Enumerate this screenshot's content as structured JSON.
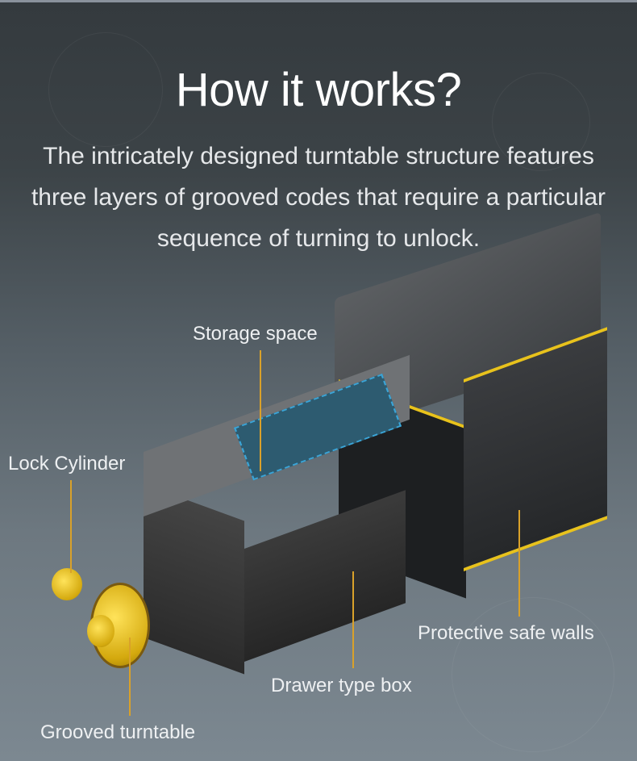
{
  "header": {
    "title": "How it works?",
    "description": "The intricately designed turntable structure features three layers of grooved codes that require a particular sequence of turning to unlock."
  },
  "callouts": [
    {
      "label": "Storage space"
    },
    {
      "label": "Lock Cylinder"
    },
    {
      "label": "Protective safe walls"
    },
    {
      "label": "Drawer type box"
    },
    {
      "label": "Grooved turntable"
    }
  ],
  "colors": {
    "leader_line": "#d9a12a",
    "accent_gold": "#e8c21c",
    "storage_blue": "#2d5b70",
    "text": "#eef0f2"
  }
}
